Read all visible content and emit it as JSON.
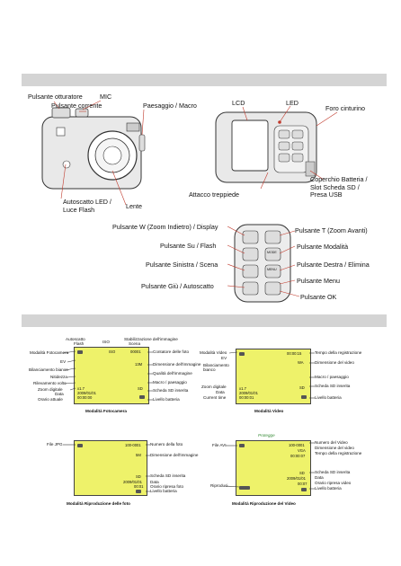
{
  "camera_labels": {
    "shutter": "Pulsante otturatore",
    "mic": "MIC",
    "power": "Pulsante corrente",
    "landscape": "Paesaggio / Macro",
    "lcd": "LCD",
    "led": "LED",
    "strap": "Foro cinturino",
    "self_timer": "Autoscatto LED /\nLuce Flash",
    "lens": "Lente",
    "tripod": "Attacco treppiede",
    "cover": "Coperchio Batteria /\nSlot Scheda SD /\nPresa USB"
  },
  "button_labels": {
    "w": "Pulsante W (Zoom Indietro) / Display",
    "t": "Pulsante T (Zoom Avanti)",
    "up": "Pulsante Su / Flash",
    "mode": "Pulsante Modalità",
    "left": "Pulsante Sinistra / Scena",
    "right": "Pulsante Destra / Elimina",
    "menu": "Pulsante Menu",
    "down": "Pulsante Giù / Autoscatto",
    "ok": "Pulsante OK"
  },
  "button_face": {
    "mode": "MODE",
    "menu": "MENU"
  },
  "photo_mode": {
    "top_labels": [
      "Autoscatto",
      "Flash",
      "ISO",
      "Stabilizzazione dell'immagine",
      "Scena"
    ],
    "left": [
      "Modalità Fotocamera",
      "EV",
      "Bilanciamento bianco",
      "Nitidezza",
      "Rilevamento volto",
      "Zoom digitale",
      "Data",
      "Orario attuale"
    ],
    "right": [
      "Contatore delle foto",
      "Dimensione dell'immagine",
      "Qualità dell'immagine",
      "Macro / paesaggio",
      "Scheda SD inserita",
      "Livello batteria"
    ],
    "screen": {
      "counter": "00001",
      "size": "13M",
      "iso": "ISO",
      "zoom": "x1.7",
      "date": "2009/01/01",
      "time": "00:00:00",
      "sd": "SD"
    },
    "caption": "Modalità Fotocamera"
  },
  "video_mode": {
    "left": [
      "Modalità Video",
      "EV",
      "Bilanciamento bianco",
      "Zoom digitale",
      "Data",
      "Current time"
    ],
    "right": [
      "Tempo della registrazione",
      "Dimensione del video",
      "Macro / paesaggio",
      "Scheda SD inserita",
      "Livello batteria"
    ],
    "screen": {
      "time": "00:00:15",
      "size": "WA",
      "zoom": "x1.7",
      "date": "2009/01/01",
      "clock": "00:00:01",
      "sd": "SD"
    },
    "caption": "Modalità Video"
  },
  "photo_play": {
    "left": [
      "File JPG"
    ],
    "right": [
      "Numero della foto",
      "Dimensione dell'immagine",
      "Scheda SD inserita",
      "Data",
      "Orario ripresa foto",
      "Livello batteria"
    ],
    "screen": {
      "number": "100-0001",
      "size": "5M",
      "sd": "SD",
      "date": "2009/01/01",
      "time": "00:01"
    },
    "caption": "Modalità Riproduzione delle foto"
  },
  "video_play": {
    "left": [
      "File AVI",
      "Riproduci"
    ],
    "right": [
      "Numero del Video",
      "Dimensione del video",
      "Tempo della registrazione",
      "Scheda SD inserita",
      "Data",
      "Orario ripresa video",
      "Livello batteria"
    ],
    "protect": "Protegge",
    "screen": {
      "number": "100-0001",
      "size": "VGA",
      "time": "00:00:07",
      "sd": "SD",
      "date": "2009/01/01",
      "clock": "00:07"
    },
    "caption": "Modalità Riproduzione del Video"
  }
}
